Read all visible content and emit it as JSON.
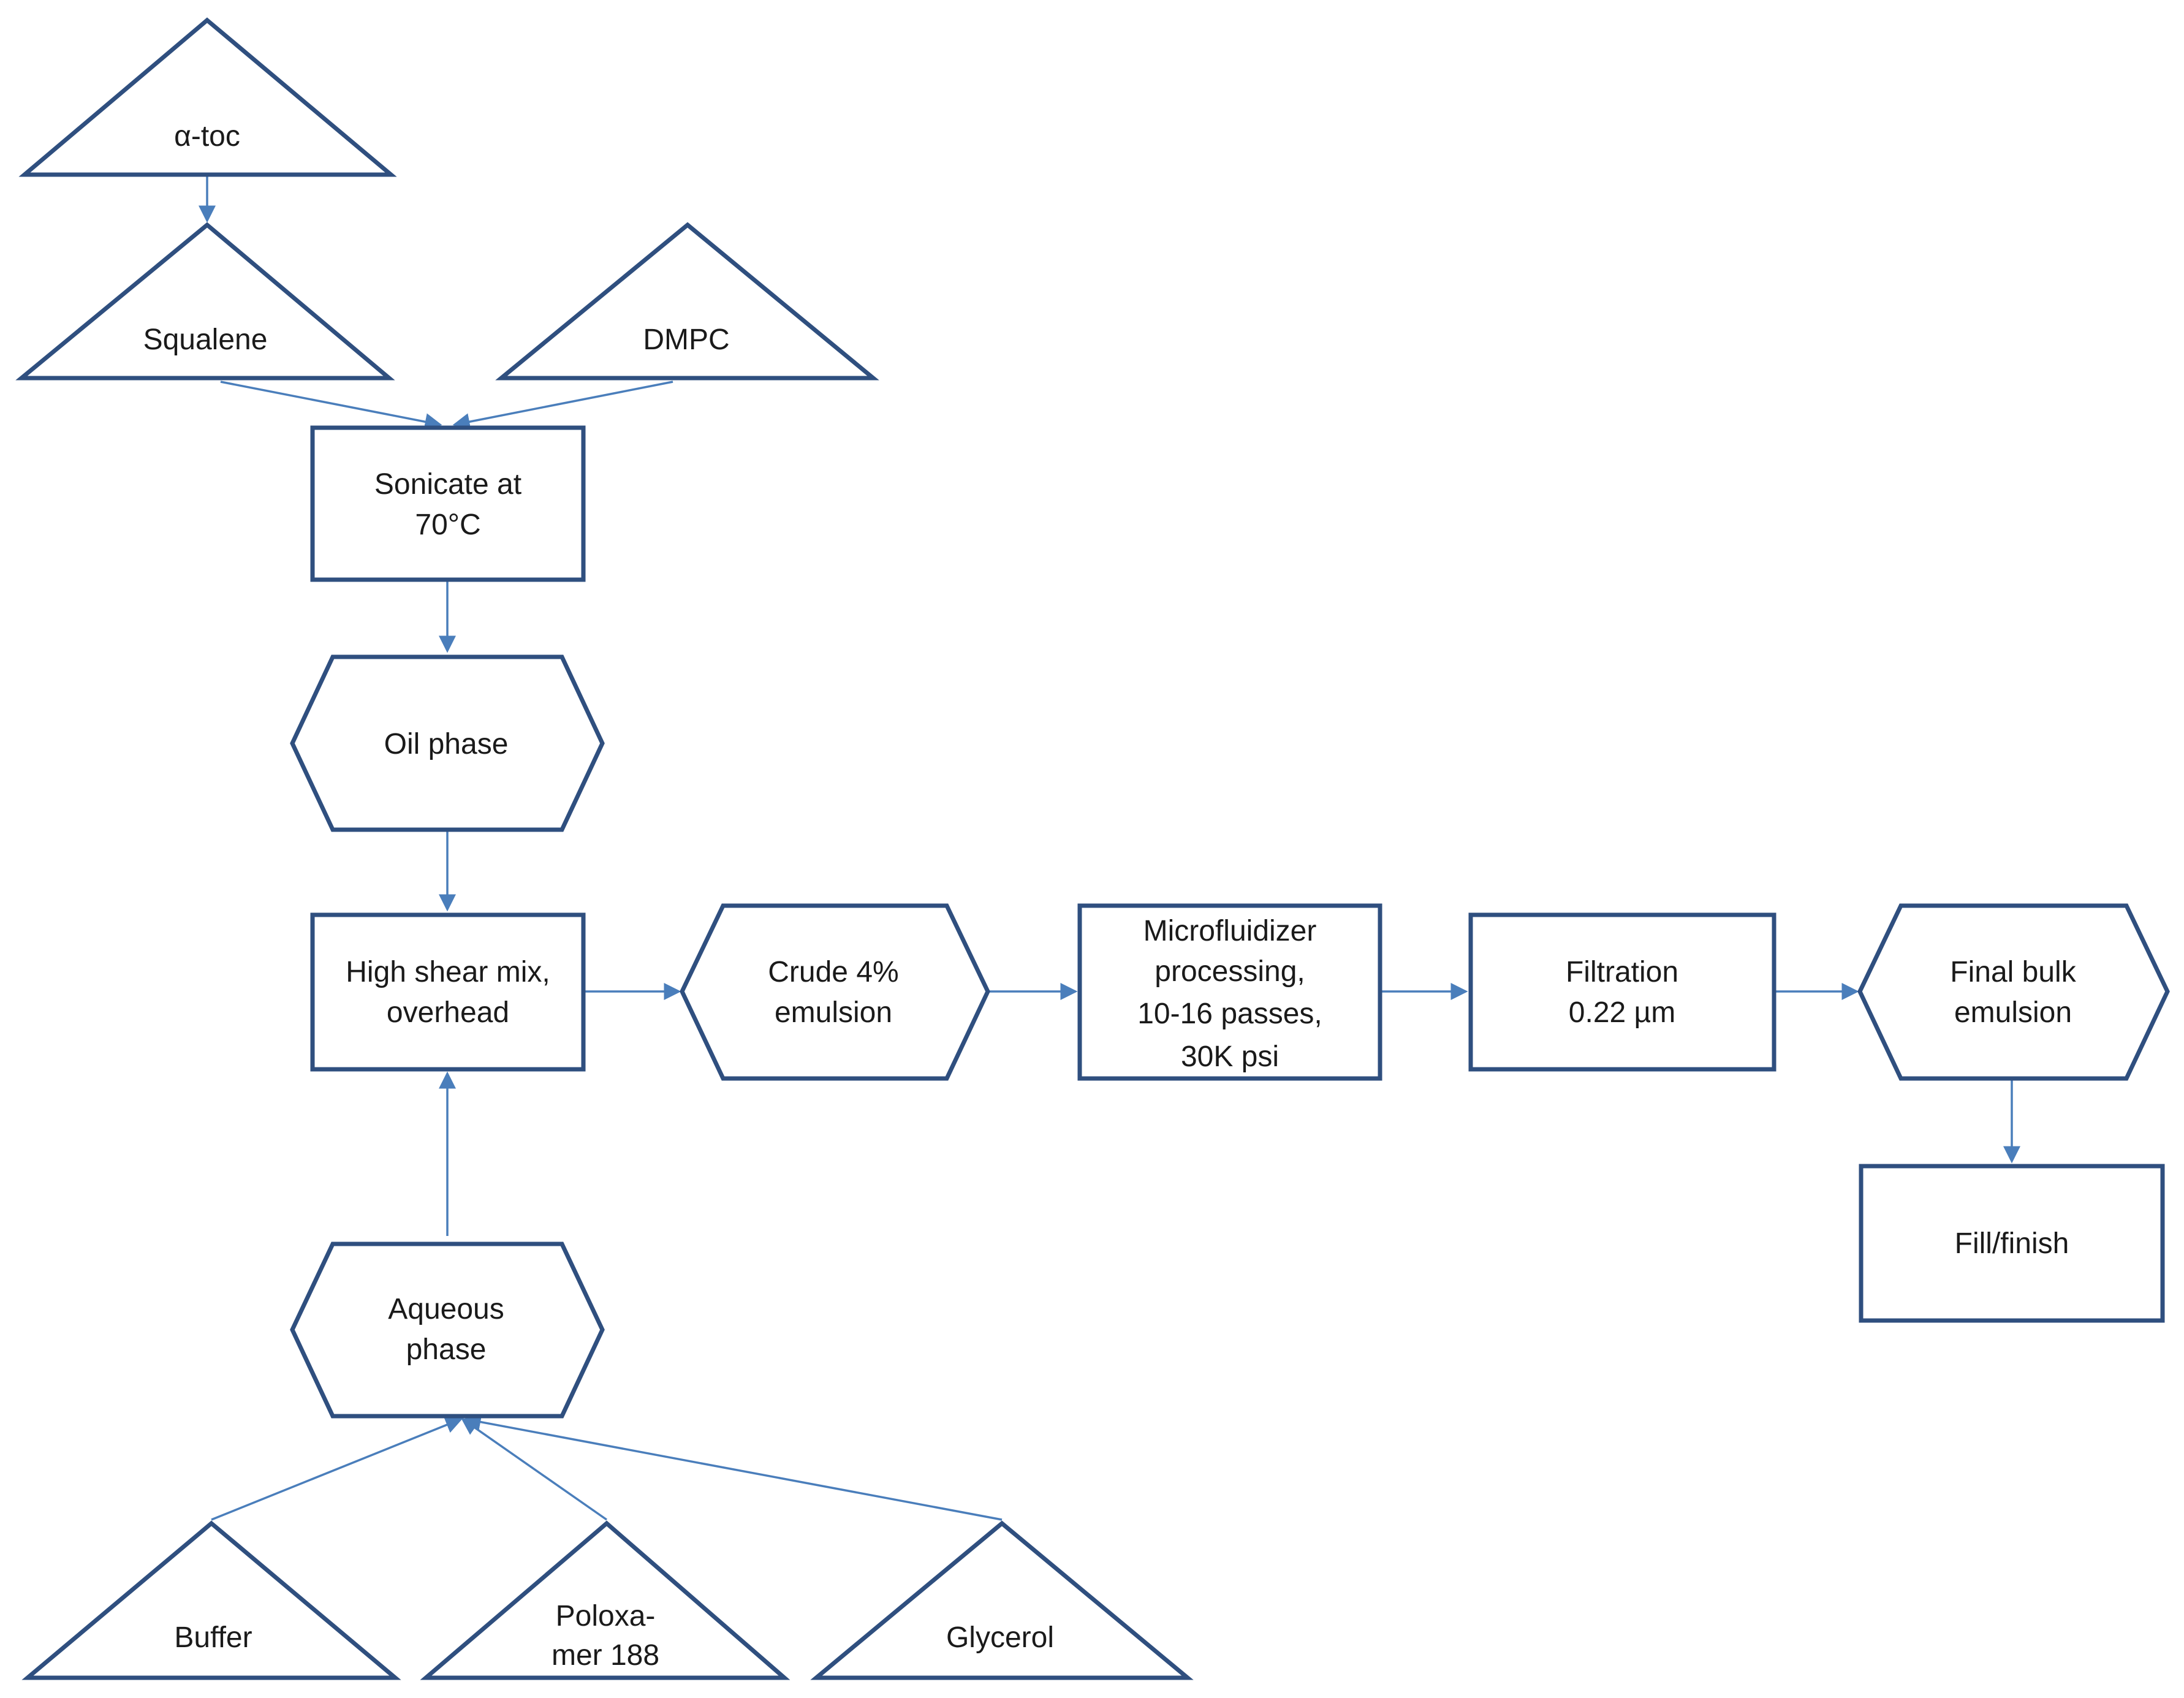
{
  "nodes": {
    "atoc": {
      "lines": [
        "α-toc"
      ]
    },
    "squalene": {
      "lines": [
        "Squalene"
      ]
    },
    "dmpc": {
      "lines": [
        "DMPC"
      ]
    },
    "sonicate": {
      "lines": [
        "Sonicate at",
        "70°C"
      ]
    },
    "oil_phase": {
      "lines": [
        "Oil phase"
      ]
    },
    "high_shear": {
      "lines": [
        "High shear mix,",
        "overhead"
      ]
    },
    "crude": {
      "lines": [
        "Crude 4%",
        "emulsion"
      ]
    },
    "microfluidizer": {
      "lines": [
        "Microfluidizer",
        "processing,",
        "10-16  passes,",
        "30K psi"
      ]
    },
    "filtration": {
      "lines": [
        "Filtration",
        "0.22 µm"
      ]
    },
    "final_bulk": {
      "lines": [
        "Final bulk",
        "emulsion"
      ]
    },
    "fill_finish": {
      "lines": [
        "Fill/finish"
      ]
    },
    "aqueous": {
      "lines": [
        "Aqueous",
        "phase"
      ]
    },
    "buffer": {
      "lines": [
        "Buffer"
      ]
    },
    "poloxamer": {
      "lines": [
        "Poloxa-",
        "mer 188"
      ]
    },
    "glycerol": {
      "lines": [
        "Glycerol"
      ]
    }
  },
  "edges": [
    [
      "atoc",
      "squalene"
    ],
    [
      "squalene",
      "sonicate"
    ],
    [
      "dmpc",
      "sonicate"
    ],
    [
      "sonicate",
      "oil_phase"
    ],
    [
      "oil_phase",
      "high_shear"
    ],
    [
      "aqueous",
      "high_shear"
    ],
    [
      "high_shear",
      "crude"
    ],
    [
      "crude",
      "microfluidizer"
    ],
    [
      "microfluidizer",
      "filtration"
    ],
    [
      "filtration",
      "final_bulk"
    ],
    [
      "final_bulk",
      "fill_finish"
    ],
    [
      "buffer",
      "aqueous"
    ],
    [
      "poloxamer",
      "aqueous"
    ],
    [
      "glycerol",
      "aqueous"
    ]
  ],
  "colors": {
    "shape_stroke": "#2f4f7f",
    "connector": "#4a7ebb",
    "text": "#1a1a1a"
  }
}
